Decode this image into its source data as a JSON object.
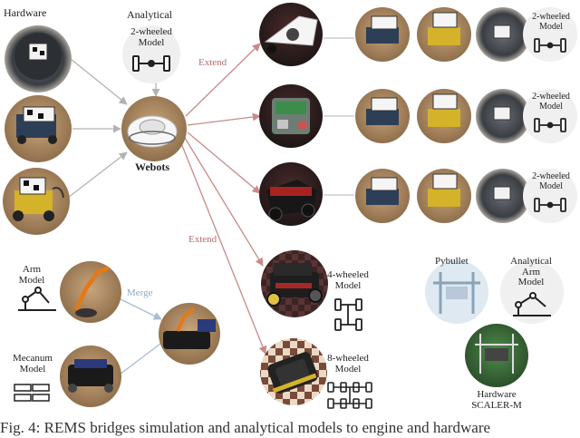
{
  "labels": {
    "hardware": "Hardware",
    "analytical": "Analytical",
    "two_wheeled_model": [
      "2-wheeled",
      "Model"
    ],
    "webots": "Webots",
    "extend_top": "Extend",
    "extend_bottom": "Extend",
    "merge": "Merge",
    "arm_model": [
      "Arm",
      "Model"
    ],
    "mecanum_model": [
      "Mecanum",
      "Model"
    ],
    "four_wheeled_model": [
      "4-wheeled",
      "Model"
    ],
    "eight_wheeled_model": [
      "8-wheeled",
      "Model"
    ],
    "pybullet": "Pybullet",
    "analytical_arm_model": [
      "Analytical",
      "Arm",
      "Model"
    ],
    "hardware_scaler": [
      "Hardware",
      "SCALER-M"
    ]
  },
  "caption": "Fig. 4: REMS bridges simulation and analytical models to engine and hardware",
  "colors": {
    "extend_arrow": "#c98a8a",
    "merge_arrow": "#a9bcd6",
    "gray_arrow": "#b3b3b3",
    "line": "#aaaaaa"
  }
}
